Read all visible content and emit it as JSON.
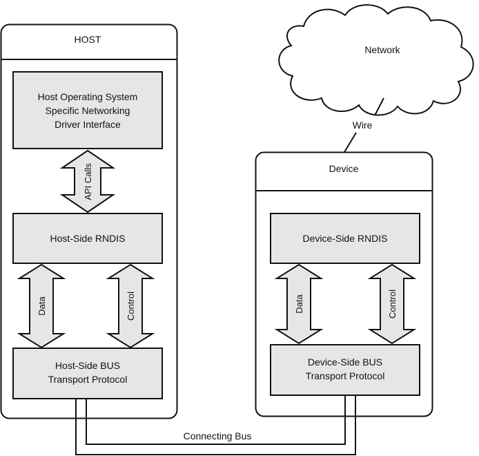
{
  "host": {
    "title": "HOST",
    "os_box": {
      "line1": "Host Operating System",
      "line2": "Specific Networking",
      "line3": "Driver Interface"
    },
    "api_arrow_label": "API Calls",
    "rndis_box": "Host-Side RNDIS",
    "data_arrow_label": "Data",
    "control_arrow_label": "Control",
    "bus_box": {
      "line1": "Host-Side BUS",
      "line2": "Transport Protocol"
    }
  },
  "device": {
    "title": "Device",
    "rndis_box": "Device-Side RNDIS",
    "data_arrow_label": "Data",
    "control_arrow_label": "Control",
    "bus_box": {
      "line1": "Device-Side BUS",
      "line2": "Transport Protocol"
    }
  },
  "network": {
    "label": "Network",
    "wire_label": "Wire"
  },
  "connecting_bus_label": "Connecting Bus",
  "colors": {
    "box_fill": "#e6e6e6",
    "stroke": "#111111",
    "background": "#ffffff"
  }
}
